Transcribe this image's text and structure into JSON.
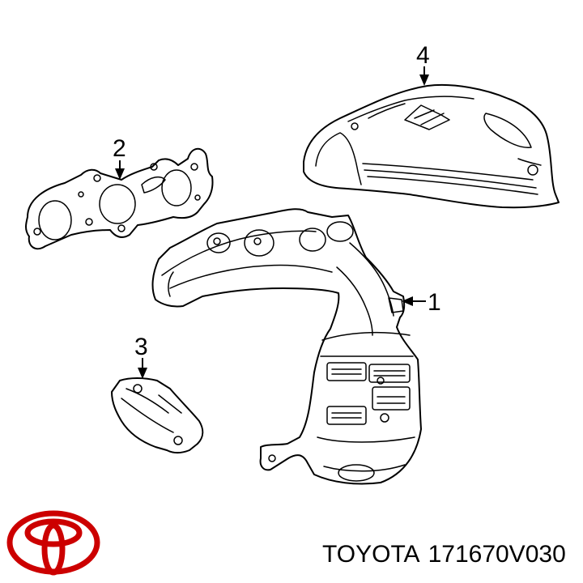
{
  "callouts": [
    {
      "label": "1"
    },
    {
      "label": "2"
    },
    {
      "label": "3"
    },
    {
      "label": "4"
    }
  ],
  "caption": {
    "brand": "TOYOTA",
    "part_number": "171670V030"
  },
  "logo": {
    "name": "toyota-logo",
    "color": "#cc0000"
  }
}
